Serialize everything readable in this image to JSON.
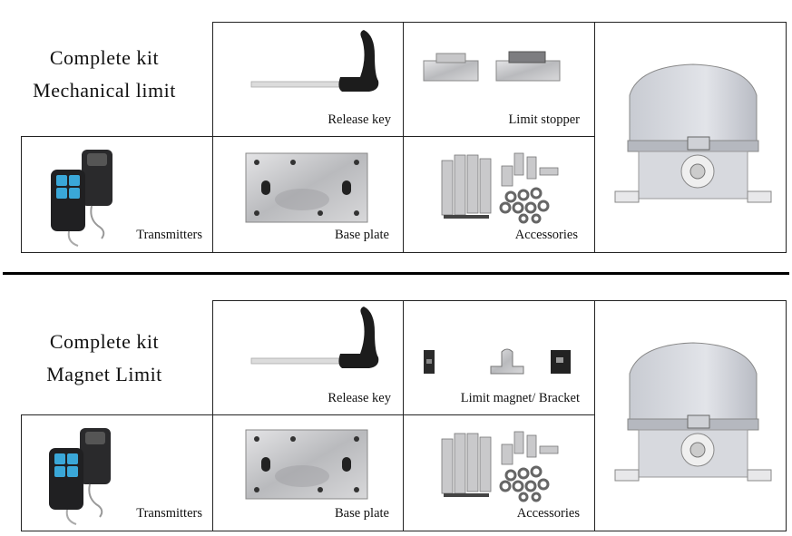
{
  "sections": [
    {
      "title_line1": "Complete kit",
      "title_line2": "Mechanical  limit",
      "release_key": "Release key",
      "limit_part": "Limit stopper",
      "transmitters": "Transmitters",
      "base_plate": "Base plate",
      "accessories": "Accessories"
    },
    {
      "title_line1": "Complete kit",
      "title_line2": "Magnet  Limit",
      "release_key": "Release key",
      "limit_part": "Limit magnet/ Bracket",
      "transmitters": "Transmitters",
      "base_plate": "Base plate",
      "accessories": "Accessories"
    }
  ]
}
